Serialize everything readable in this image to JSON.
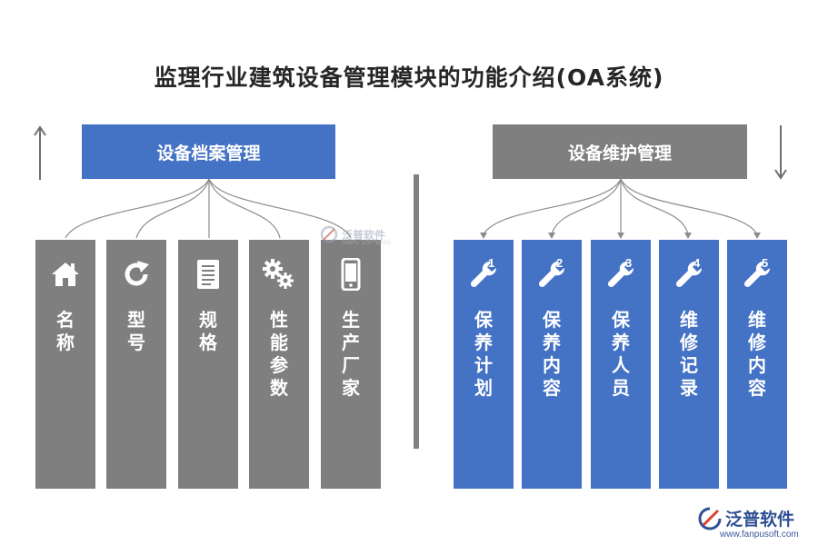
{
  "title": "监理行业建筑设备管理模块的功能介绍(OA系统)",
  "left_group": {
    "header": "设备档案管理",
    "items": [
      {
        "label": "名称",
        "icon": "home-icon"
      },
      {
        "label": "型号",
        "icon": "refresh-icon"
      },
      {
        "label": "规格",
        "icon": "document-icon"
      },
      {
        "label": "性能参数",
        "icon": "gears-icon"
      },
      {
        "label": "生产厂家",
        "icon": "phone-icon"
      }
    ],
    "color": "#4472c4",
    "item_color": "#7f7f7f"
  },
  "right_group": {
    "header": "设备维护管理",
    "items": [
      {
        "label": "保养计划",
        "num": "1",
        "icon": "wrench-icon"
      },
      {
        "label": "保养内容",
        "num": "2",
        "icon": "wrench-icon"
      },
      {
        "label": "保养人员",
        "num": "3",
        "icon": "wrench-icon"
      },
      {
        "label": "维修记录",
        "num": "4",
        "icon": "wrench-icon"
      },
      {
        "label": "维修内容",
        "num": "5",
        "icon": "wrench-icon"
      }
    ],
    "color": "#7f7f7f",
    "item_color": "#4472c4"
  },
  "watermark": {
    "center_text": "泛普软件",
    "center_sub": "FANPU SOFTWARE",
    "brand_name": "泛普软件",
    "brand_url": "www.fanpusoft.com"
  }
}
